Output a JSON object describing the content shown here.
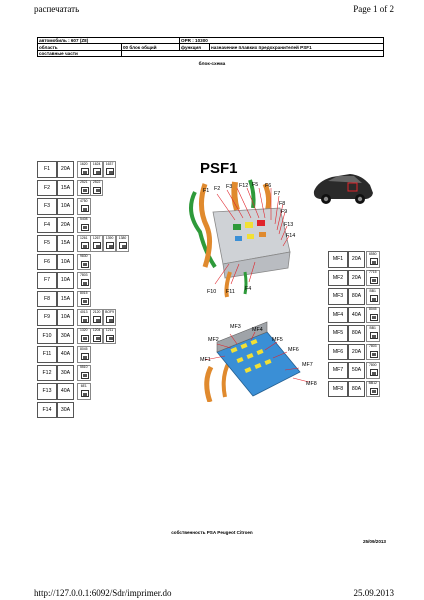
{
  "browser": {
    "top_left": "распечатать",
    "page_indicator": "Page 1 of 2",
    "url": "http://127.0.0.1:6092/Sdr/imprimer.do",
    "print_date": "25.09.2013"
  },
  "header": {
    "row1": [
      "автомобиль : 607 (Z8)",
      "OPR : 10300"
    ],
    "row2": [
      "область",
      "00 блок общий",
      "функция",
      "назначение плавких предохранителей PSF1"
    ],
    "row3": [
      "составные части"
    ]
  },
  "subtitle": "блок-схема",
  "diagram_title": "PSF1",
  "fuses_left": [
    {
      "name": "F1",
      "amp": "20A",
      "codes": [
        "1620",
        "1624",
        "1637"
      ]
    },
    {
      "name": "F2",
      "amp": "15A",
      "codes": [
        "2521",
        "2522"
      ]
    },
    {
      "name": "F3",
      "amp": "10A",
      "codes": [
        "4750"
      ]
    },
    {
      "name": "F4",
      "amp": "20A",
      "codes": [
        "5408"
      ]
    },
    {
      "name": "F5",
      "amp": "15A",
      "codes": [
        "1261",
        "1267",
        "1390",
        "1380"
      ]
    },
    {
      "name": "F6",
      "amp": "10A",
      "codes": [
        "9830"
      ]
    },
    {
      "name": "F7",
      "amp": "10A",
      "codes": [
        "7803"
      ]
    },
    {
      "name": "F8",
      "amp": "15A",
      "codes": [
        "8015"
      ]
    },
    {
      "name": "F9",
      "amp": "10A",
      "codes": [
        "4013",
        "2120",
        "BOF9"
      ]
    },
    {
      "name": "F10",
      "amp": "30A",
      "codes": [
        "1320",
        "1204",
        "1211"
      ]
    },
    {
      "name": "F11",
      "amp": "40A",
      "codes": [
        "8045"
      ]
    },
    {
      "name": "F12",
      "amp": "30A",
      "codes": [
        "5510"
      ]
    },
    {
      "name": "F13",
      "amp": "40A",
      "codes": [
        "6E1"
      ]
    },
    {
      "name": "F14",
      "amp": "30A",
      "codes": []
    }
  ],
  "fuses_right": [
    {
      "name": "MF1",
      "amp": "20A",
      "codes": [
        "6550"
      ]
    },
    {
      "name": "MF2",
      "amp": "20A",
      "codes": [
        "7715"
      ]
    },
    {
      "name": "MF3",
      "amp": "80A",
      "codes": [
        "BB1"
      ]
    },
    {
      "name": "MF4",
      "amp": "40A",
      "codes": [
        "8045"
      ]
    },
    {
      "name": "MF5",
      "amp": "80A",
      "codes": [
        "BB1"
      ]
    },
    {
      "name": "MF6",
      "amp": "20A",
      "codes": [
        "7803"
      ]
    },
    {
      "name": "MF7",
      "amp": "50A",
      "codes": [
        "7800"
      ]
    },
    {
      "name": "MF8",
      "amp": "80A",
      "codes": [
        "BB12"
      ]
    }
  ],
  "callouts_top": [
    "F1",
    "F2",
    "F3",
    "F12",
    "F5",
    "F6",
    "F7",
    "F8",
    "F9",
    "F13",
    "F14",
    "F10",
    "F11",
    "F4"
  ],
  "callouts_bottom": [
    "MF3",
    "MF4",
    "MF2",
    "MF5",
    "MF1",
    "MF6",
    "MF7",
    "MF8"
  ],
  "footer": {
    "owner": "собственность PSA Peugeot Citroen",
    "date": "25/09/2013"
  },
  "colors": {
    "callout_red": "#e0242b",
    "connector_blue": "#3a8fd6",
    "fuse_yellow": "#f2e034",
    "wire_orange": "#e08a2e",
    "wire_green": "#2e9a3a"
  }
}
